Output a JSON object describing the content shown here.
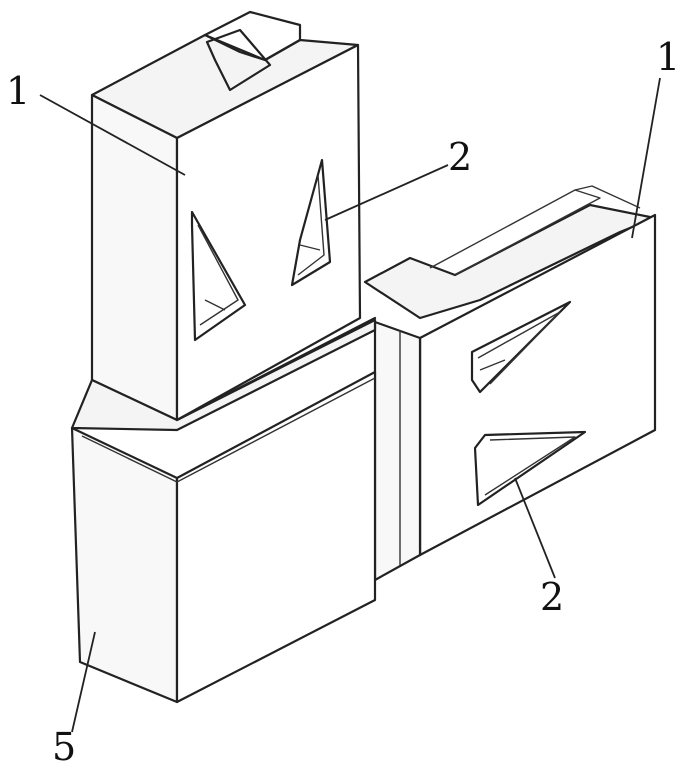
{
  "labels": {
    "upper_left_part": "1",
    "upper_right_part": "1",
    "slot_left": "2",
    "slot_right": "2",
    "sleeve": "5"
  }
}
